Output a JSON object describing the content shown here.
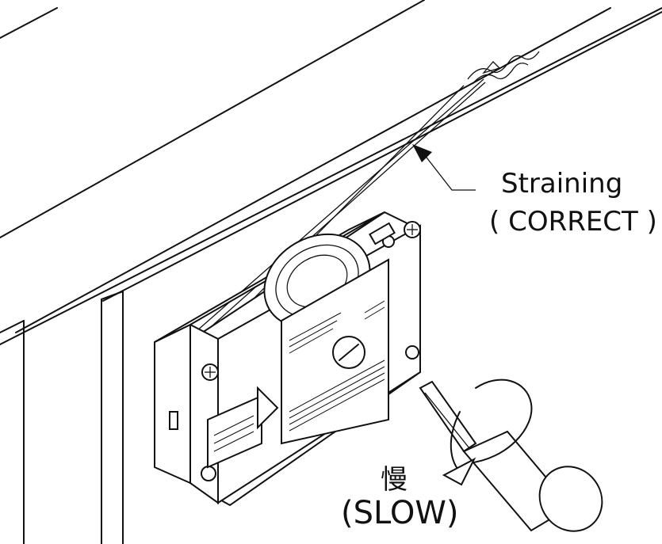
{
  "labels": {
    "straining": "Straining",
    "correct": "( CORRECT )",
    "slow_cjk": "慢",
    "slow": "(SLOW)"
  },
  "icons": {
    "pointer": "arrow-pointer-icon",
    "rotation": "curved-rotation-arrow-icon",
    "screwdriver": "screwdriver-icon",
    "device": "tensioner-box-icon"
  },
  "colors": {
    "line": "#111111",
    "background": "#ffffff"
  }
}
